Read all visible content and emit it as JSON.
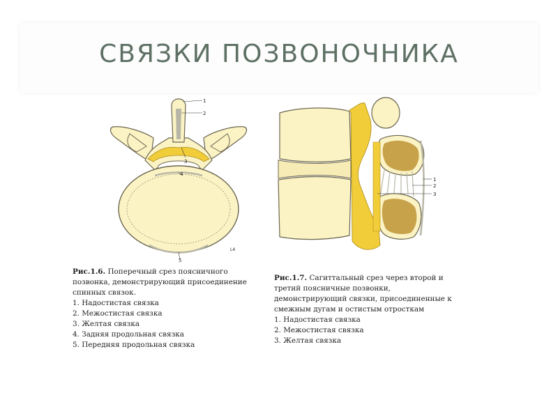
{
  "slide": {
    "title": "СВЯЗКИ ПОЗВОНОЧНИКА"
  },
  "figure_left": {
    "caption_label": "Рис.1.6.",
    "caption_lines": [
      "Поперечный срез поясничного",
      "позвонка, демонстрирующий присоединение",
      "спинных связок."
    ],
    "items": [
      "1. Надостистая связка",
      "2. Межостистая связка",
      "3. Желтая связка",
      "4. Задняя продольная связка",
      "5. Передняя продольная связка"
    ],
    "markers": [
      "1",
      "2",
      "3",
      "4",
      "5"
    ],
    "vertebra_label": "L4"
  },
  "figure_right": {
    "caption_label": "Рис.1.7.",
    "caption_lines": [
      "Сагиттальный срез через второй и",
      "третий поясничные позвонки,",
      "демонстрирующий связки, присоединенные к",
      "смежным дугам и остистым отросткам"
    ],
    "items": [
      "1. Надостистая связка",
      "2. Межостистая связка",
      "3. Желтая связка"
    ],
    "markers": [
      "1",
      "2",
      "3"
    ]
  },
  "colors": {
    "title": "#5e7064",
    "bone": "#fbf3c4",
    "bone_outline": "#6b6650",
    "ligament_yellow": "#f2cd3a",
    "cancellous": "#c8a24a"
  }
}
